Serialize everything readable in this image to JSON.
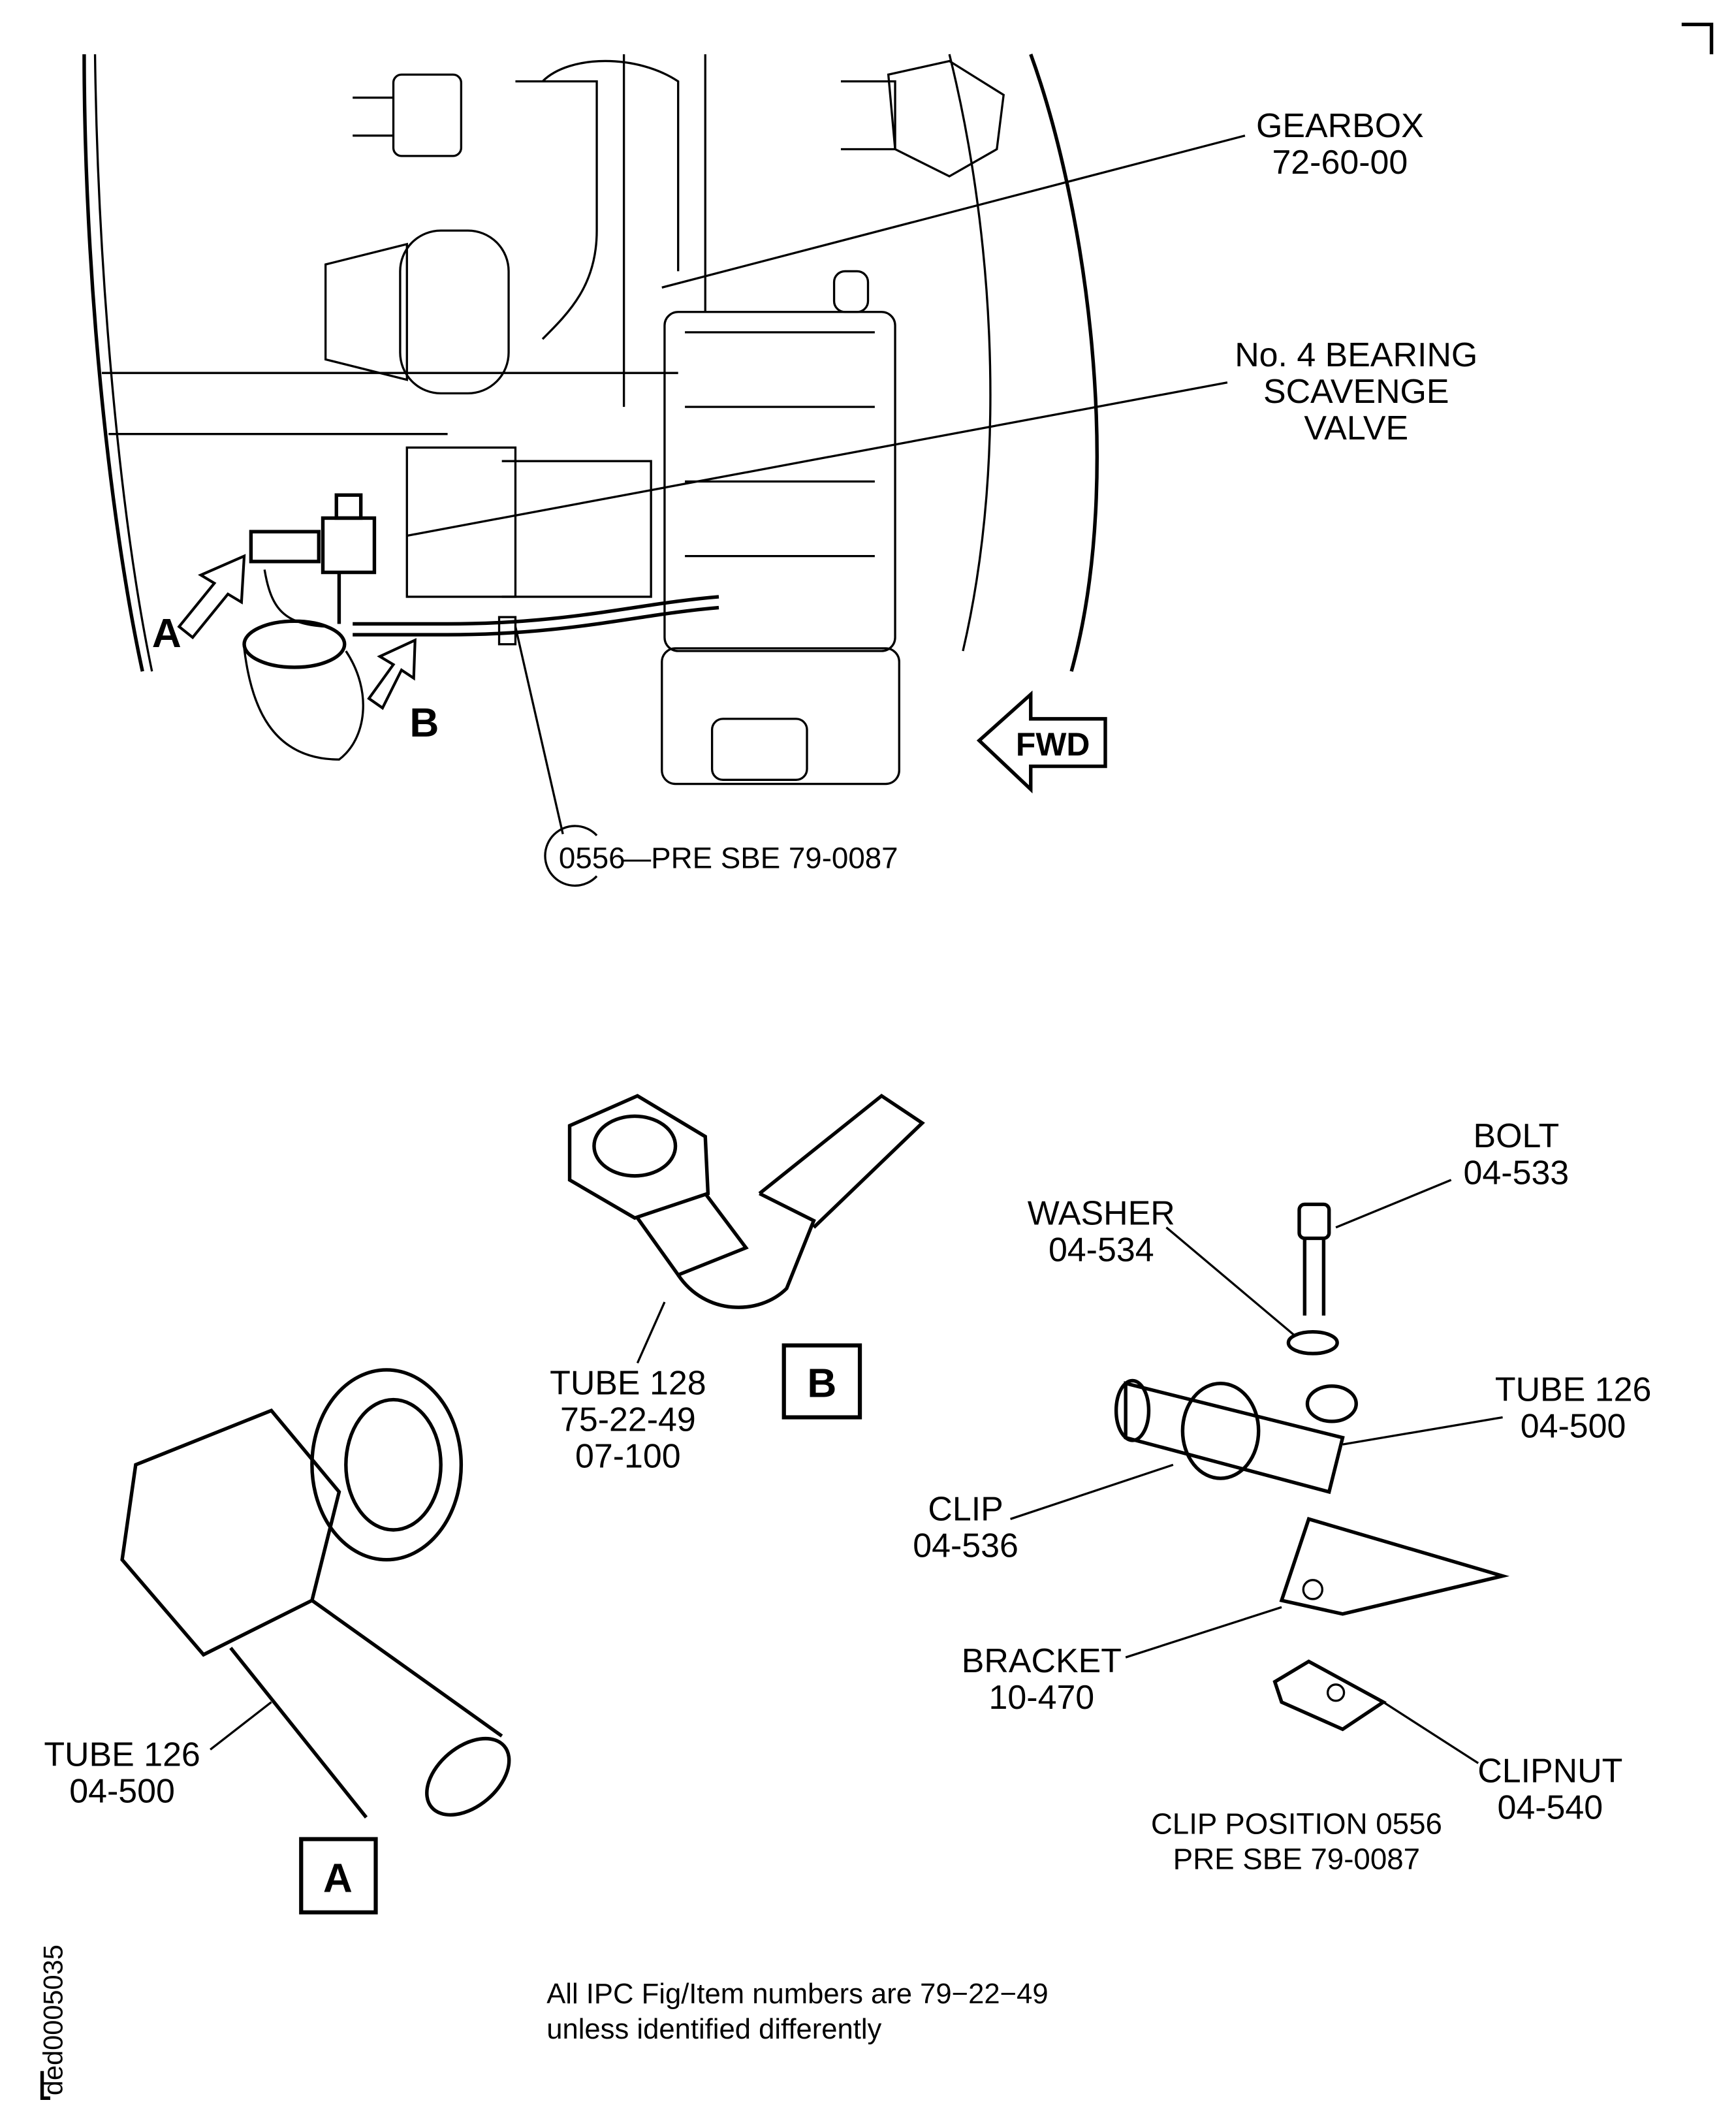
{
  "callouts": {
    "gearbox": [
      "GEARBOX",
      "72-60-00"
    ],
    "bearing_valve": [
      "No. 4 BEARING",
      "SCAVENGE",
      "VALVE"
    ],
    "view_a_arrow": "A",
    "view_b_arrow": "B",
    "fwd": "FWD",
    "clip_position_ref": "0556",
    "clip_position_note": "—PRE SBE 79-0087"
  },
  "detail_b": {
    "tube": [
      "TUBE 128",
      "75-22-49",
      "07-100"
    ],
    "view_label": "B"
  },
  "detail_a": {
    "tube": [
      "TUBE 126",
      "04-500"
    ],
    "view_label": "A"
  },
  "clip_detail": {
    "bolt": [
      "BOLT",
      "04-533"
    ],
    "washer": [
      "WASHER",
      "04-534"
    ],
    "tube": [
      "TUBE 126",
      "04-500"
    ],
    "clip": [
      "CLIP",
      "04-536"
    ],
    "bracket": [
      "BRACKET",
      "10-470"
    ],
    "clipnut": [
      "CLIPNUT",
      "04-540"
    ],
    "caption": [
      "CLIP POSITION 0556",
      "PRE SBE 79-0087"
    ]
  },
  "footnote": [
    "All IPC Fig/Item numbers are 79−22−49",
    "unless identified differently"
  ],
  "drawing_id": "ded0005035"
}
